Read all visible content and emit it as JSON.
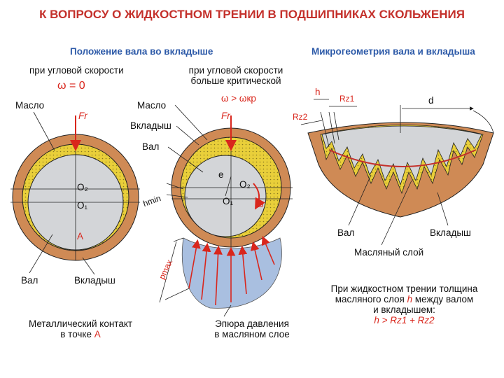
{
  "title": "К ВОПРОСУ О ЖИДКОСТНОМ ТРЕНИИ В ПОДШИПНИКАХ СКОЛЬЖЕНИЯ",
  "left_heading": "Положение вала во вкладыше",
  "right_heading": "Микрогеометрия вала  и вкладыша",
  "case1": {
    "caption": "при  угловой скорости",
    "condition": "ω = 0"
  },
  "case2": {
    "caption_line1": "при угловой скорости",
    "caption_line2": "больше критической",
    "condition": "ω > ωкр"
  },
  "labels": {
    "oil": "Масло",
    "shaft": "Вал",
    "bushing": "Вкладыш",
    "oil_layer": "Масляный слой",
    "point_a": "А",
    "o1": "O₁",
    "o2": "O₂",
    "force": "Fr",
    "e": "e",
    "omega": "ω",
    "hmin": "hmin",
    "pmax": "pmax",
    "h": "h",
    "rz1": "Rz1",
    "rz2": "Rz2",
    "d": "d"
  },
  "contact_caption": {
    "line1": "Металлический контакт",
    "line2_prefix": "в точке ",
    "point": "А"
  },
  "pressure_caption": {
    "line1": "Эпюра давления",
    "line2": "в масляном слое"
  },
  "conclusion": {
    "line1": "При жидкостном трении толщина",
    "line2_prefix": "масляного слоя ",
    "h": "h",
    "line2_suffix": " между валом",
    "line3": "и вкладышем:",
    "formula": "h > Rz1 + Rz2"
  },
  "colors": {
    "title": "#c4302b",
    "heading": "#2d5aa8",
    "accent": "#d9261c",
    "bushing": "#cf8a55",
    "oil": "#e9cf3a",
    "shaft": "#d3d5d8",
    "pressure": "#a9bfe0"
  }
}
